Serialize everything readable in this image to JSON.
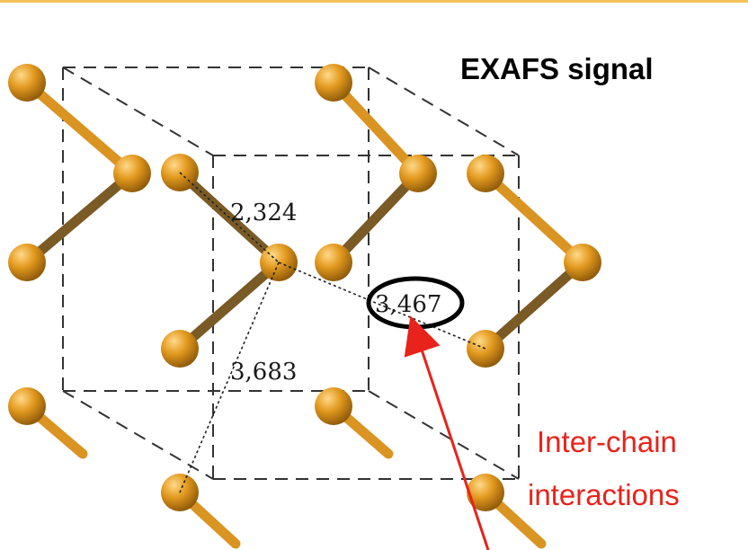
{
  "title": "EXAFS signal",
  "distances": {
    "intra_chain": "2,324",
    "inter_chain": "3,467",
    "second_neighbor": "3,683"
  },
  "annotation": {
    "line1": "Inter-chain",
    "line2": "interactions"
  },
  "colors": {
    "atom": "#e39a1f",
    "bond": "#d99422",
    "bond_dark": "#7a5a25",
    "annotation": "#e8231b",
    "top_rule": "#f2c25a",
    "cell_line": "#333333"
  }
}
